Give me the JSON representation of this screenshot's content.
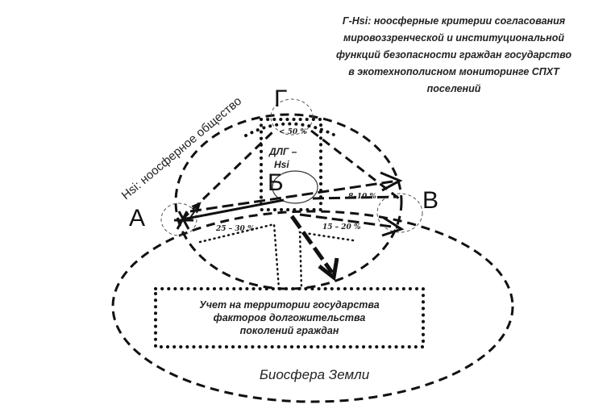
{
  "header": {
    "line1": "Г-Hsi: ноосферные критерии согласования",
    "line2": "мировоззренческой и институциональной",
    "line3": "функций безопасности граждан государство",
    "line4": "в экотехнополисном мониторинге СПХТ",
    "line5": "поселений"
  },
  "rotated_label": "Hsi: ноосферное общество",
  "vertices": {
    "a": "А",
    "b": "Б",
    "v": "В",
    "g": "Г"
  },
  "dlg_line1": "ДЛГ –",
  "dlg_line2": "Hsi",
  "percentages": {
    "top": "< 50 %",
    "right": "8–10 %",
    "left_low": "25 – 30 %",
    "right_low": "15 – 20 %"
  },
  "box": {
    "line1": "Учет на территории государства",
    "line2": "факторов долгожительства",
    "line3": "поколений граждан"
  },
  "biosphere": "Биосфера Земли"
}
